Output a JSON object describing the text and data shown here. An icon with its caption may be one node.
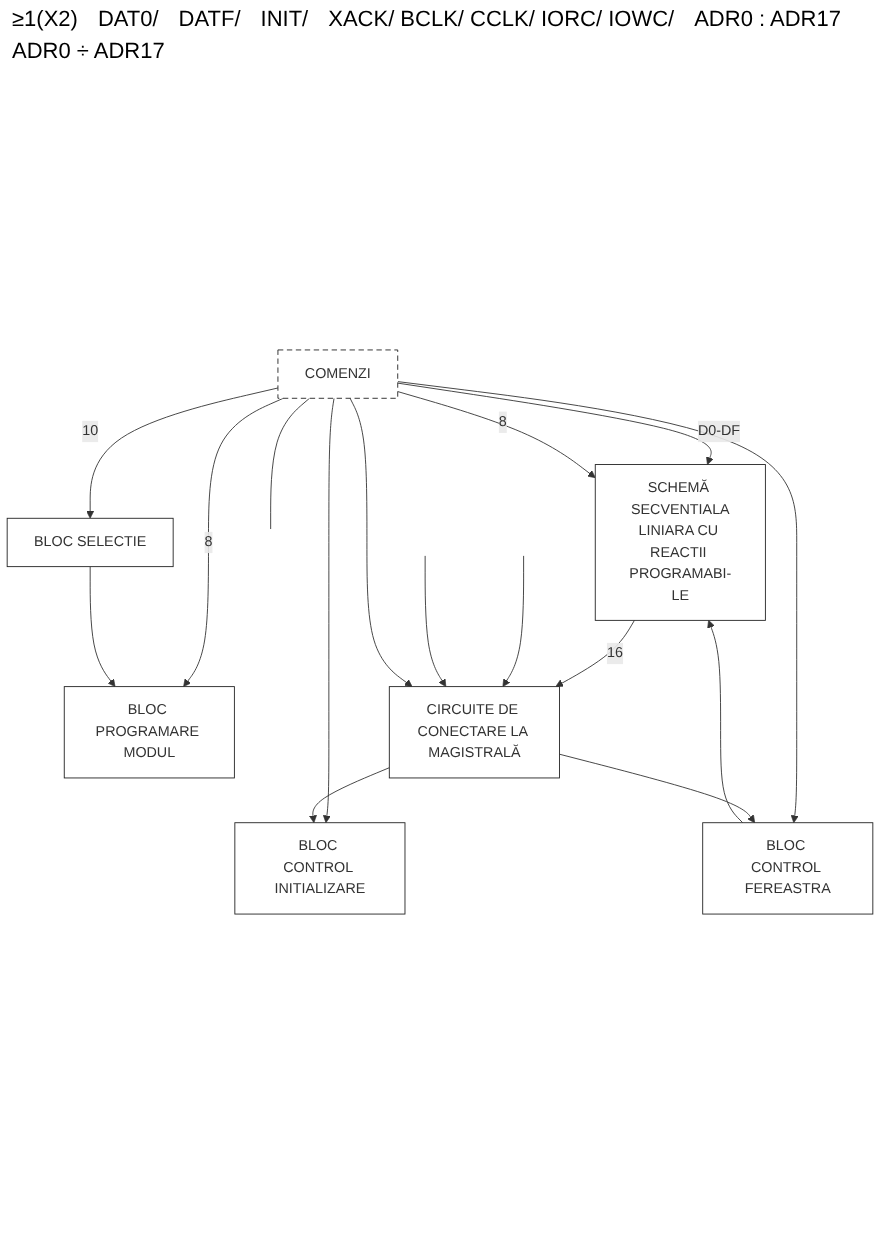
{
  "diagram": {
    "nodes": [
      {
        "text": [
          "COMENZI"
        ]
      },
      {
        "text": [
          "BLOC PROGRAMARE MODUL"
        ]
      },
      {
        "text": [
          "BLOC CONTROL INITIALIZARE"
        ]
      },
      {
        "text": [
          "BLOC CONTROL FEREASTRA"
        ]
      },
      {
        "text": [
          "BLOC SELECTIE"
        ]
      },
      {
        "text": [
          "SCHEMĂ SECVENTIALA",
          "LINIARA CU REACTII PROGRAMABI-LE"
        ]
      },
      {
        "text": [
          "CIRCUITE DE CONECTARE LA MAGISTRALĂ"
        ]
      }
    ],
    "edges": [
      {
        "from": 0,
        "to": 1,
        "arrow": "to",
        "label": "8"
      },
      {
        "from": 0,
        "to": 5,
        "arrow": "to",
        "label": "D0-DF"
      },
      {
        "from": 0,
        "to": 5,
        "arrow": "to",
        "label": "8"
      },
      {
        "from": 0,
        "to": 2,
        "arrow": "to"
      },
      {
        "from": 0,
        "to": 3,
        "arrow": "to"
      },
      {
        "from": 0,
        "to": 4,
        "arrow": "to",
        "label": "10"
      },
      {
        "from": 0,
        "to": null,
        "arrow": "none"
      },
      {
        "from": 4,
        "to": 1,
        "arrow": "to"
      },
      {
        "from": 3,
        "to": 5,
        "arrow": "to"
      },
      {
        "from": 6,
        "to": 2,
        "arrow": "to"
      },
      {
        "from": 6,
        "to": 3,
        "arrow": "to"
      },
      {
        "from": 5,
        "to": 6,
        "arrow": "to",
        "label": "16"
      },
      {
        "from": null,
        "to": 6,
        "arrow": "to"
      },
      {
        "from": null,
        "to": 6,
        "arrow": "to"
      },
      {
        "from": 0,
        "to": 6,
        "arrow": "to"
      }
    ],
    "labels": [
      "≥1(X2)",
      "DAT0/",
      "DATF/",
      "INIT/",
      "XACK/ BCLK/ CCLK/ IORC/ IOWC/",
      "ADR0 : ADR17",
      "ADR0 ÷ ADR17"
    ]
  }
}
